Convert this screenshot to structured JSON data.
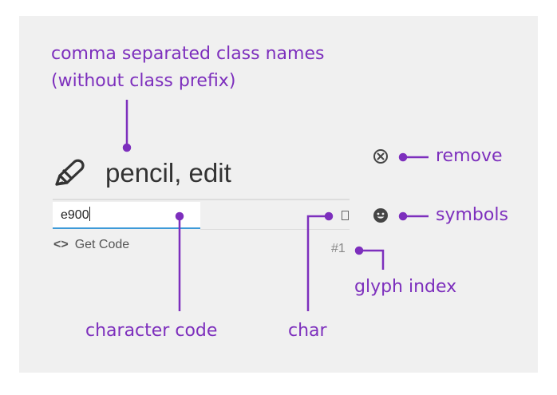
{
  "glyph": {
    "names": "pencil, edit",
    "code": "e900",
    "get_code_label": "Get Code",
    "get_code_icon": "code-brackets-icon",
    "index": "#1",
    "char_icon": "missing-glyph-box"
  },
  "icons": {
    "glyph": "pencil-icon",
    "remove": "circle-x-icon",
    "symbols": "smiley-icon"
  },
  "annotations": {
    "class_names": [
      "comma separated class names",
      "(without class prefix)"
    ],
    "remove": "remove",
    "symbols": "symbols",
    "glyph_index": "glyph index",
    "character_code": "character code",
    "char": "char"
  },
  "colors": {
    "annotation": "#7d2fbd",
    "input_underline": "#3e9ad8",
    "panel_background": "#f0f0f0"
  }
}
